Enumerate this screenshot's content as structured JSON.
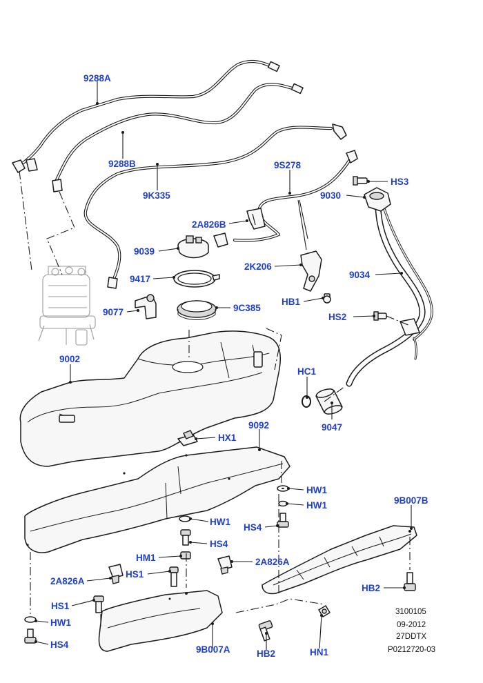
{
  "callouts": {
    "c9288A": "9288A",
    "c9288B": "9288B",
    "c9K335": "9K335",
    "c9S278": "9S278",
    "c2A826B": "2A826B",
    "c9039": "9039",
    "c9417": "9417",
    "c9077": "9077",
    "c9C385": "9C385",
    "c2K206": "2K206",
    "cHB1": "HB1",
    "cHS3": "HS3",
    "c9030": "9030",
    "c9034": "9034",
    "cHS2": "HS2",
    "c9002": "9002",
    "cHC1": "HC1",
    "c9047": "9047",
    "c9092": "9092",
    "cHX1": "HX1",
    "cHW1a": "HW1",
    "cHW1b": "HW1",
    "cHW1c": "HW1",
    "cHS4a": "HS4",
    "cHS4b": "HS4",
    "c9B007B": "9B007B",
    "cHM1": "HM1",
    "c2A826Aa": "2A826A",
    "c2A826Ab": "2A826A",
    "cHS1a": "HS1",
    "cHS1b": "HS1",
    "cHB2a": "HB2",
    "cHW1d": "HW1",
    "cHS4c": "HS4",
    "c9B007A": "9B007A",
    "cHB2b": "HB2",
    "cHN1": "HN1"
  },
  "reference": {
    "code": "3100105",
    "date": "09-2012",
    "model": "27DDTX",
    "drawing": "P0212720-03"
  },
  "colors": {
    "label": "#1f3fd0",
    "line": "#1a1a1a"
  }
}
